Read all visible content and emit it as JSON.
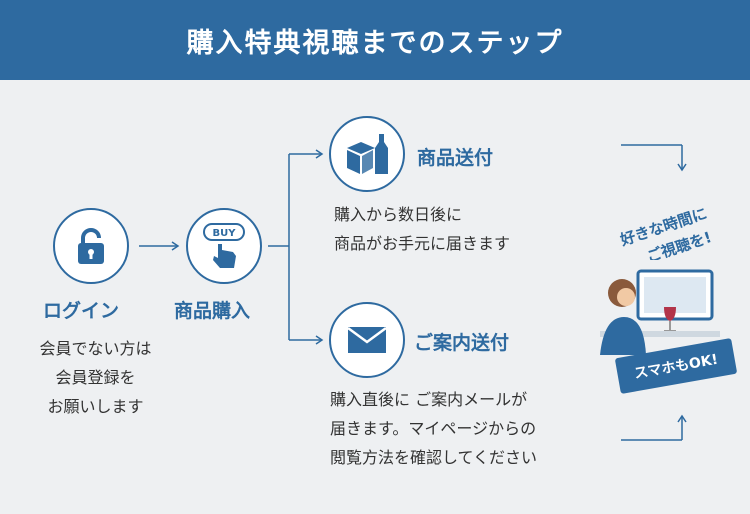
{
  "header": {
    "title": "購入特典視聴までのステップ"
  },
  "login": {
    "title": "ログイン",
    "desc": [
      "会員でない方は",
      "会員登録を",
      "お願いします"
    ]
  },
  "purchase": {
    "title": "商品購入",
    "button_label": "BUY"
  },
  "delivery": {
    "title": "商品送付",
    "desc": [
      "購入から数日後に",
      "商品がお手元に届きます"
    ]
  },
  "guide": {
    "title": "ご案内送付",
    "desc": [
      "購入直後に ご案内メールが",
      "届きます。マイページからの",
      "閲覧方法を確認してください"
    ]
  },
  "final": {
    "caption_line1": "好きな時間に",
    "caption_line2": "ご視聴を!",
    "badge": "スマホもOK!"
  },
  "colors": {
    "brand": "#2e6aa0",
    "background": "#eef0f2"
  }
}
